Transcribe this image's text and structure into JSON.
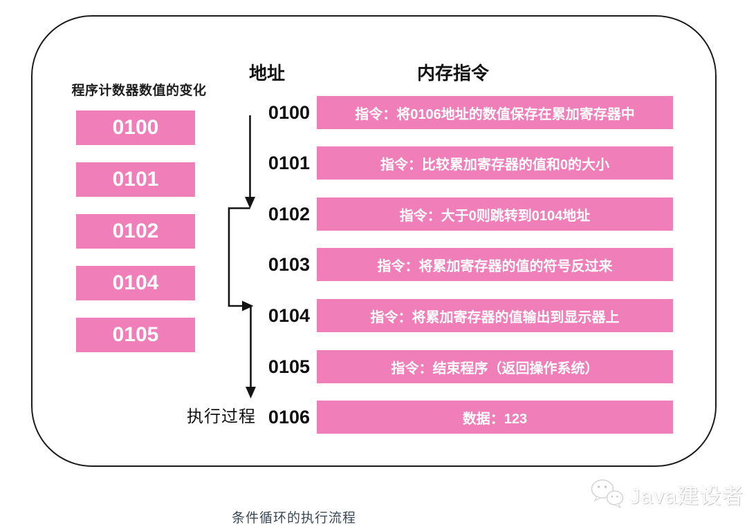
{
  "panel": {
    "pc_column": {
      "title": "程序计数器数值的变化",
      "boxes": [
        "0100",
        "0101",
        "0102",
        "0104",
        "0105"
      ]
    },
    "address_header": "地址",
    "memory_header": "内存指令",
    "execution_label": "执行过程",
    "rows": [
      {
        "address": "0100",
        "instruction": "指令：将0106地址的数值保存在累加寄存器中"
      },
      {
        "address": "0101",
        "instruction": "指令：比较累加寄存器的值和0的大小"
      },
      {
        "address": "0102",
        "instruction": "指令：大于0则跳转到0104地址"
      },
      {
        "address": "0103",
        "instruction": "指令：将累加寄存器的值的符号反过来"
      },
      {
        "address": "0104",
        "instruction": "指令：将累加寄存器的值输出到显示器上"
      },
      {
        "address": "0105",
        "instruction": "指令：结束程序（返回操作系统）"
      },
      {
        "address": "0106",
        "instruction": "数据：123"
      }
    ]
  },
  "caption": "条件循环的执行流程",
  "watermark": {
    "text": "Java建设者",
    "icon": "wechat-icon"
  },
  "colors": {
    "pink": "#F07EB9",
    "border": "#1B1B1B",
    "text": "#111111",
    "caption_text": "#3A4754",
    "instruction_text": "#FFFFFF"
  }
}
